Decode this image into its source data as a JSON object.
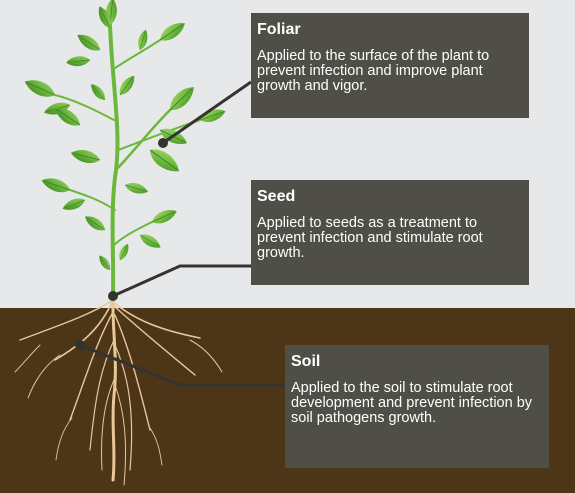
{
  "callouts": {
    "foliar": {
      "title": "Foliar",
      "description": "Applied to the surface of the plant to prevent infection and improve plant growth and vigor."
    },
    "seed": {
      "title": "Seed",
      "description": "Applied to seeds as a treatment to prevent infection and stimulate root growth."
    },
    "soil": {
      "title": "Soil",
      "description": "Applied to the soil to stimulate root development and prevent infection by soil pathogens growth."
    }
  },
  "colors": {
    "background": "#e7e8e9",
    "soil": "#4d3517",
    "callout_box": "#4f4f48",
    "callout_text": "#ffffff",
    "leaf_light": "#8fcf5a",
    "leaf_mid": "#5fae35",
    "leaf_dark": "#3f8a25",
    "root": "#e8c79a",
    "leader_line": "#33332f"
  }
}
